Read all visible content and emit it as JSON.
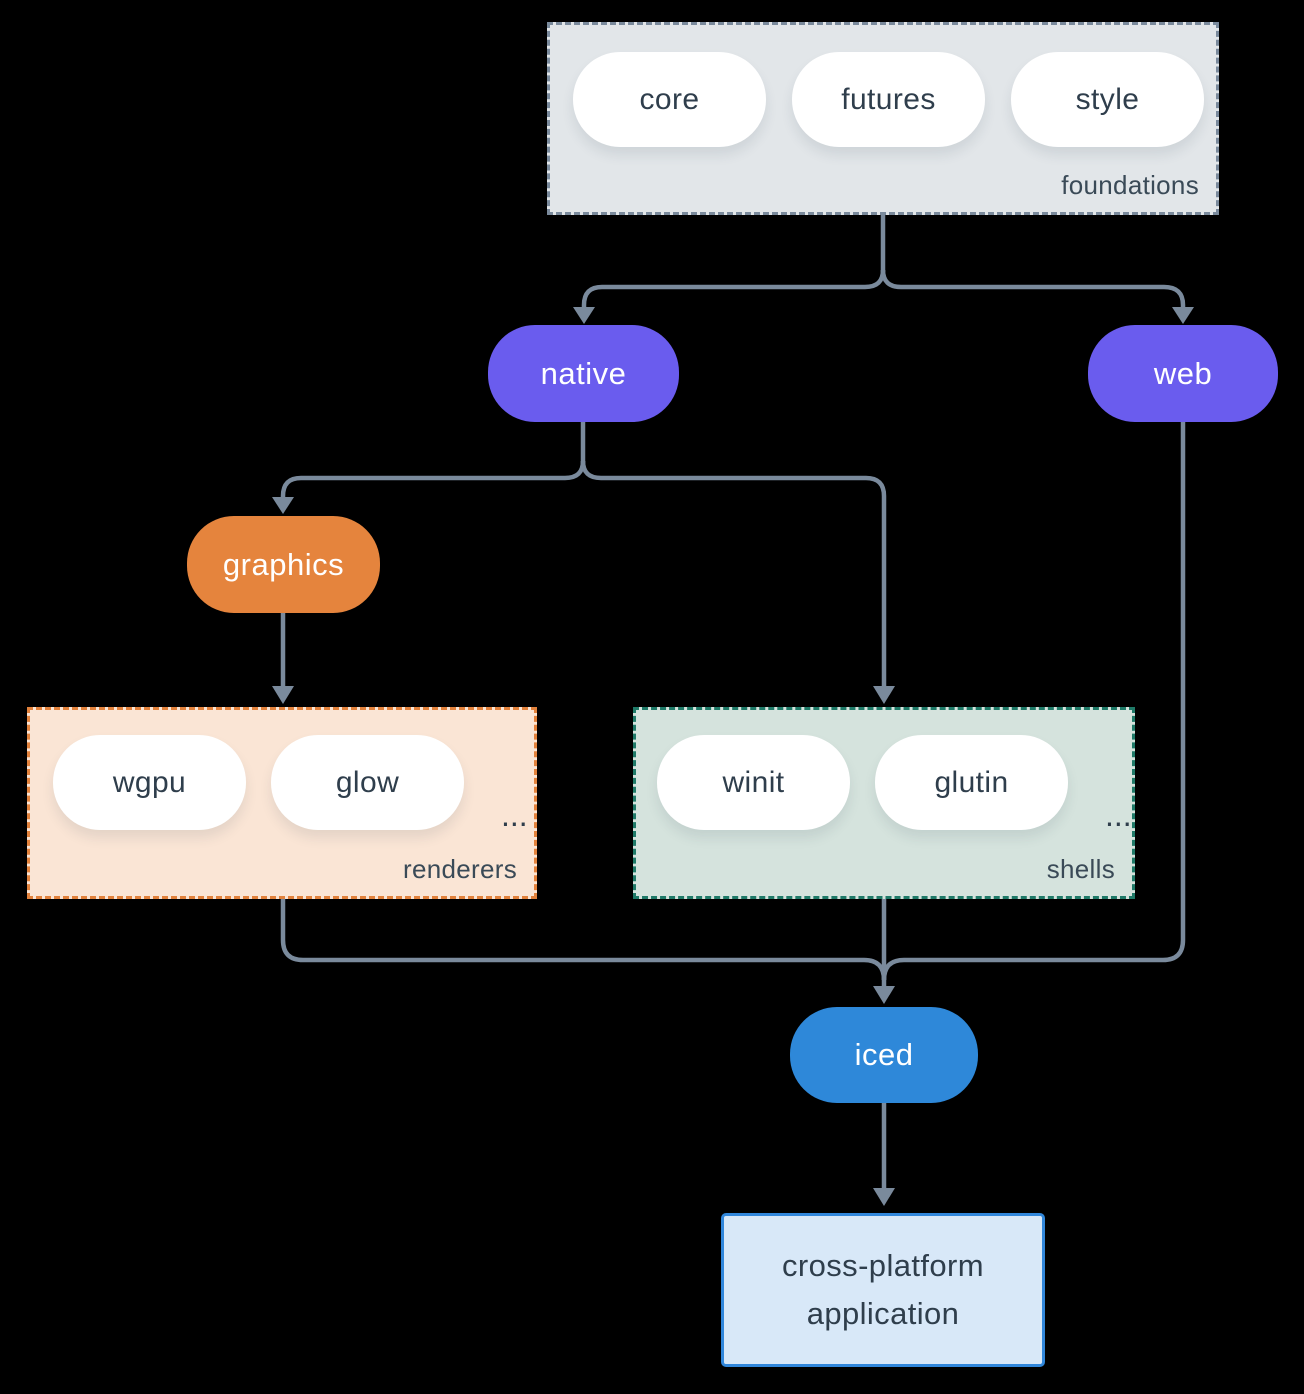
{
  "palette": {
    "background": "#000000",
    "connector": "#7A8A9C",
    "purple": "#6A5CEE",
    "orange": "#E5843D",
    "blue": "#2E88D9",
    "pill_fill": "#FFFFFF",
    "dark_text": "#2F3E4C",
    "group_label_text": "#3A4A57",
    "foundations_fill": "#E2E6E9",
    "foundations_border": "#7A8A9C",
    "renderers_fill": "#FAE5D5",
    "renderers_border": "#E2823C",
    "shells_fill": "#D5E3DD",
    "shells_border": "#1F7A68",
    "application_fill": "#D8E8F8",
    "application_border": "#3187DB"
  },
  "groups": {
    "foundations": {
      "label": "foundations",
      "pills": [
        "core",
        "futures",
        "style"
      ]
    },
    "renderers": {
      "label": "renderers",
      "pills": [
        "wgpu",
        "glow"
      ],
      "ellipsis": "..."
    },
    "shells": {
      "label": "shells",
      "pills": [
        "winit",
        "glutin"
      ],
      "ellipsis": "..."
    }
  },
  "nodes": {
    "native": "native",
    "web": "web",
    "graphics": "graphics",
    "iced": "iced"
  },
  "application": {
    "line1": "cross-platform",
    "line2": "application"
  }
}
